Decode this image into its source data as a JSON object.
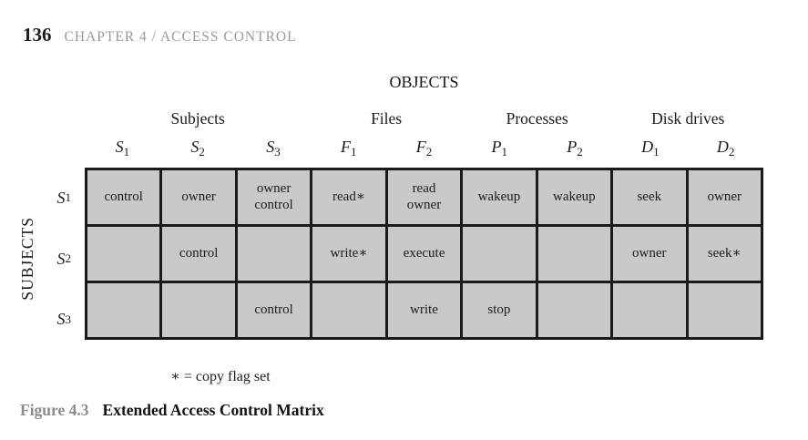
{
  "page": {
    "number": "136",
    "chapter_title": "CHAPTER 4 / ACCESS CONTROL"
  },
  "figure": {
    "objects_axis_label": "OBJECTS",
    "subjects_axis_label": "SUBJECTS",
    "column_groups": {
      "subjects": "Subjects",
      "files": "Files",
      "processes": "Processes",
      "disk_drives": "Disk drives"
    },
    "columns": [
      {
        "base": "S",
        "sub": "1"
      },
      {
        "base": "S",
        "sub": "2"
      },
      {
        "base": "S",
        "sub": "3"
      },
      {
        "base": "F",
        "sub": "1"
      },
      {
        "base": "F",
        "sub": "2"
      },
      {
        "base": "P",
        "sub": "1"
      },
      {
        "base": "P",
        "sub": "2"
      },
      {
        "base": "D",
        "sub": "1"
      },
      {
        "base": "D",
        "sub": "2"
      }
    ],
    "rows": [
      {
        "label_base": "S",
        "label_sub": "1",
        "cells": [
          "control",
          "owner",
          "owner\ncontrol",
          "read∗",
          "read\nowner",
          "wakeup",
          "wakeup",
          "seek",
          "owner"
        ]
      },
      {
        "label_base": "S",
        "label_sub": "2",
        "cells": [
          "",
          "control",
          "",
          "write∗",
          "execute",
          "",
          "",
          "owner",
          "seek∗"
        ]
      },
      {
        "label_base": "S",
        "label_sub": "3",
        "cells": [
          "",
          "",
          "control",
          "",
          "write",
          "stop",
          "",
          "",
          ""
        ]
      }
    ],
    "footnote": "∗ = copy flag set",
    "caption_label": "Figure 4.3",
    "caption_text": "Extended Access Control Matrix"
  },
  "colors": {
    "cell_fill": "#c9c9c9",
    "grid_border": "#1a1a1a",
    "muted_header_text": "#9a9a9a",
    "caption_label_text": "#8c8c8c"
  }
}
